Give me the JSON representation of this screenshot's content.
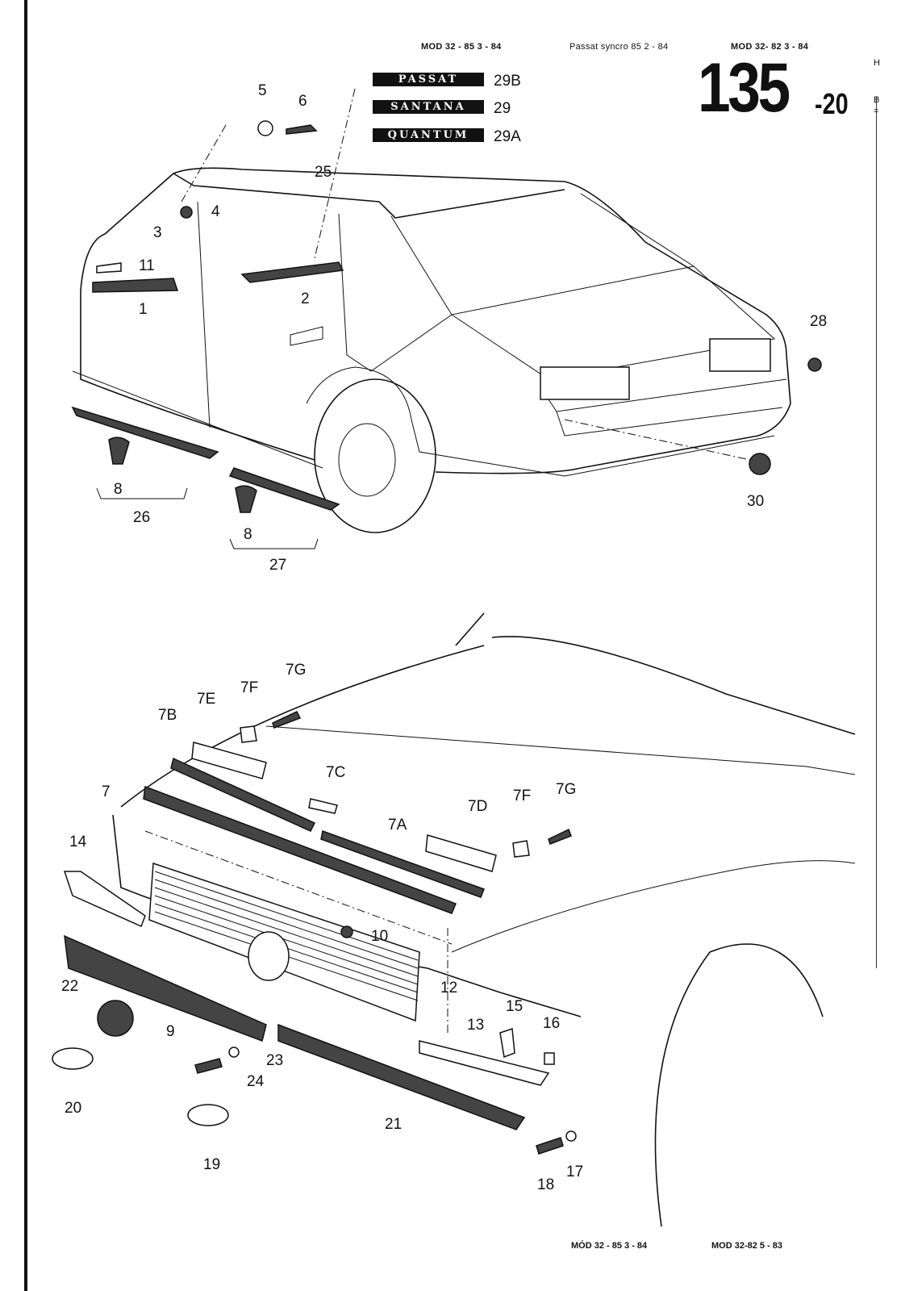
{
  "header": {
    "models": [
      "MOD 32 - 85   3 - 84",
      "Passat syncro 85  2 - 84",
      "MOD 32- 82  3 - 84"
    ],
    "page_number": "135",
    "page_sub": "-20",
    "side_marks": [
      "H",
      "B",
      "="
    ]
  },
  "emblems": [
    {
      "text": "PASSAT",
      "callout": "29B"
    },
    {
      "text": "SANTANA",
      "callout": "29"
    },
    {
      "text": "QUANTUM",
      "callout": "29A"
    }
  ],
  "rear_callouts": [
    "5",
    "6",
    "25",
    "4",
    "3",
    "11",
    "1",
    "2",
    "28",
    "30",
    "8",
    "26",
    "8",
    "27"
  ],
  "front_callouts": [
    "7G",
    "7F",
    "7E",
    "7B",
    "7C",
    "7",
    "7A",
    "7D",
    "7F",
    "7G",
    "14",
    "10",
    "22",
    "12",
    "15",
    "9",
    "13",
    "16",
    "23",
    "24",
    "20",
    "21",
    "19",
    "17",
    "18"
  ],
  "footer": {
    "models": [
      "MÓD 32 - 85   3 - 84",
      "MOD 32-82  5 - 83"
    ]
  }
}
